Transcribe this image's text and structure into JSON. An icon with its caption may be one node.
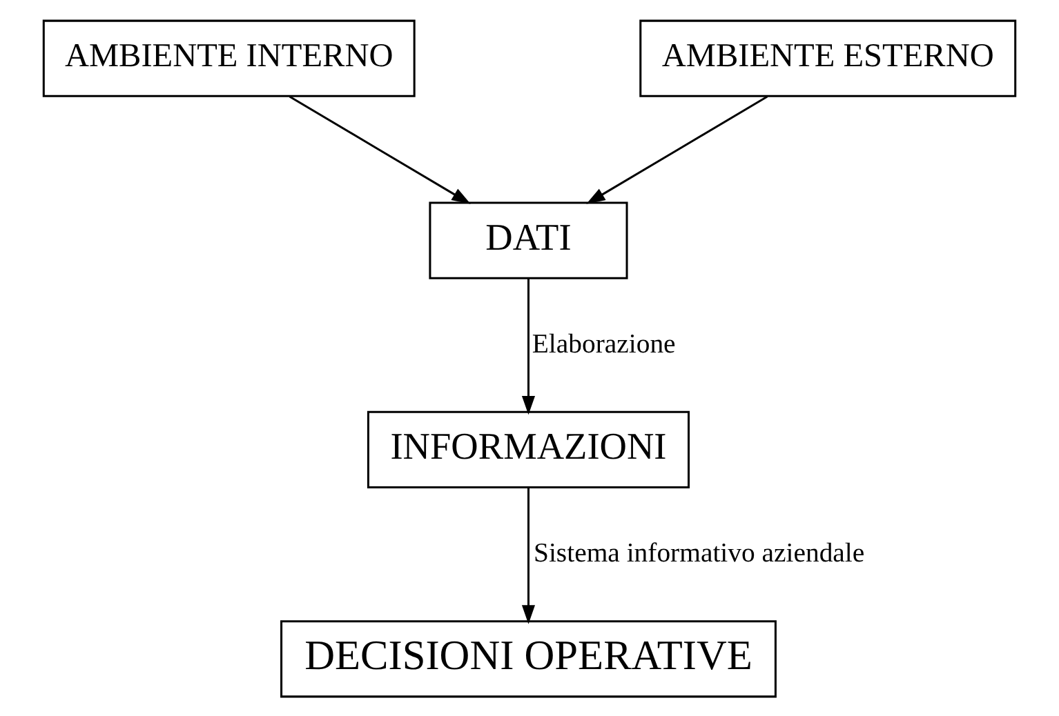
{
  "diagram": {
    "nodes": [
      {
        "text": [
          "AMBIENTE INTERNO"
        ]
      },
      {
        "text": [
          "AMBIENTE ESTERNO"
        ]
      },
      {
        "text": [
          "DATI"
        ]
      },
      {
        "text": [
          "INFORMAZIONI"
        ]
      },
      {
        "text": [
          "DECISIONI OPERATIVE"
        ]
      }
    ],
    "edges": [
      {
        "from": 0,
        "to": 2,
        "arrow": "to"
      },
      {
        "from": 1,
        "to": 2,
        "arrow": "to"
      },
      {
        "from": 2,
        "to": 3,
        "arrow": "to",
        "label": "Elaborazione"
      },
      {
        "from": 3,
        "to": 4,
        "arrow": "to",
        "label": "Sistema informativo aziendale"
      }
    ]
  }
}
